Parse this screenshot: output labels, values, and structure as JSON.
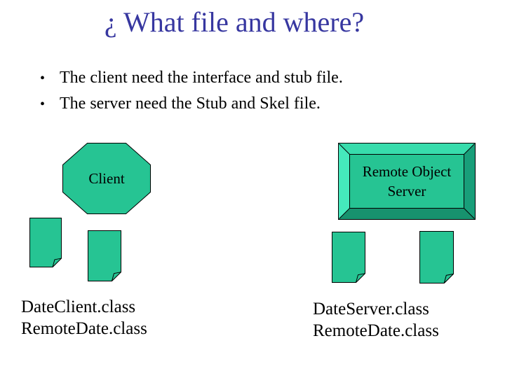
{
  "slide": {
    "title": "¿ What file and where?",
    "bullets": [
      "The client need the interface and stub file.",
      "The server need the Stub and Skel file."
    ],
    "client_shape": {
      "label": "Client"
    },
    "server_shape": {
      "label_line1": "Remote Object",
      "label_line2": "Server"
    },
    "client_files": [
      "DateClient.class",
      "RemoteDate.class"
    ],
    "server_files": [
      "DateServer.class",
      "RemoteDate.class"
    ]
  },
  "colors": {
    "background": "#FFFFFF",
    "title_color": "#3737A0",
    "text_color": "#000000",
    "shape_fill": "#26C493",
    "bevel_top": "#38DCAC",
    "bevel_left": "#45E9BC",
    "bevel_right": "#189E79",
    "bevel_bottom": "#17926E",
    "outline": "#000000"
  }
}
